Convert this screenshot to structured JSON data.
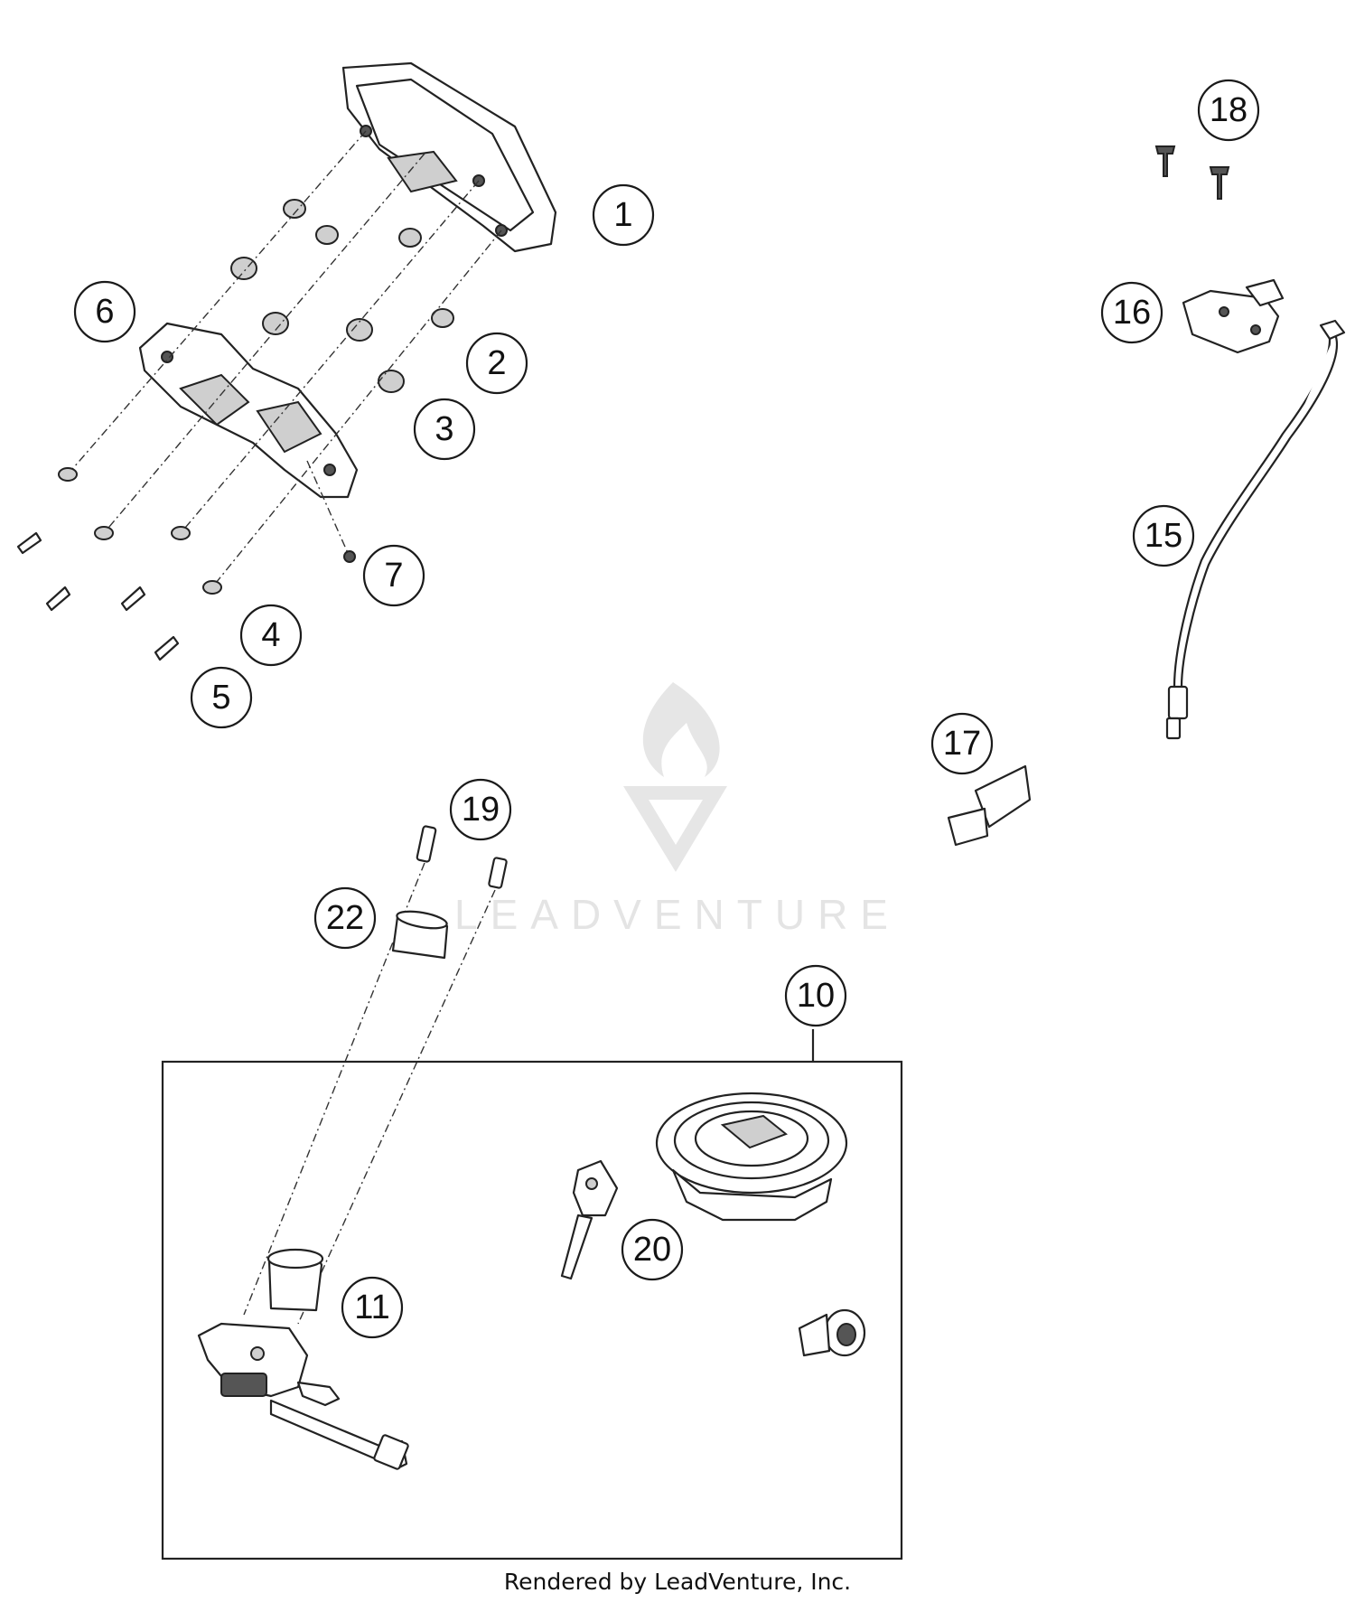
{
  "callouts": [
    {
      "label": "1"
    },
    {
      "label": "2"
    },
    {
      "label": "3"
    },
    {
      "label": "4"
    },
    {
      "label": "5"
    },
    {
      "label": "6"
    },
    {
      "label": "7"
    },
    {
      "label": "10"
    },
    {
      "label": "11"
    },
    {
      "label": "15"
    },
    {
      "label": "16"
    },
    {
      "label": "17"
    },
    {
      "label": "18"
    },
    {
      "label": "19"
    },
    {
      "label": "20"
    },
    {
      "label": "22"
    }
  ],
  "watermark": {
    "text": "LEADVENTURE"
  },
  "footer": {
    "text": "Rendered by LeadVenture, Inc."
  },
  "colors": {
    "line": "#222222",
    "background": "#ffffff",
    "watermark": "#e4e4e4"
  }
}
